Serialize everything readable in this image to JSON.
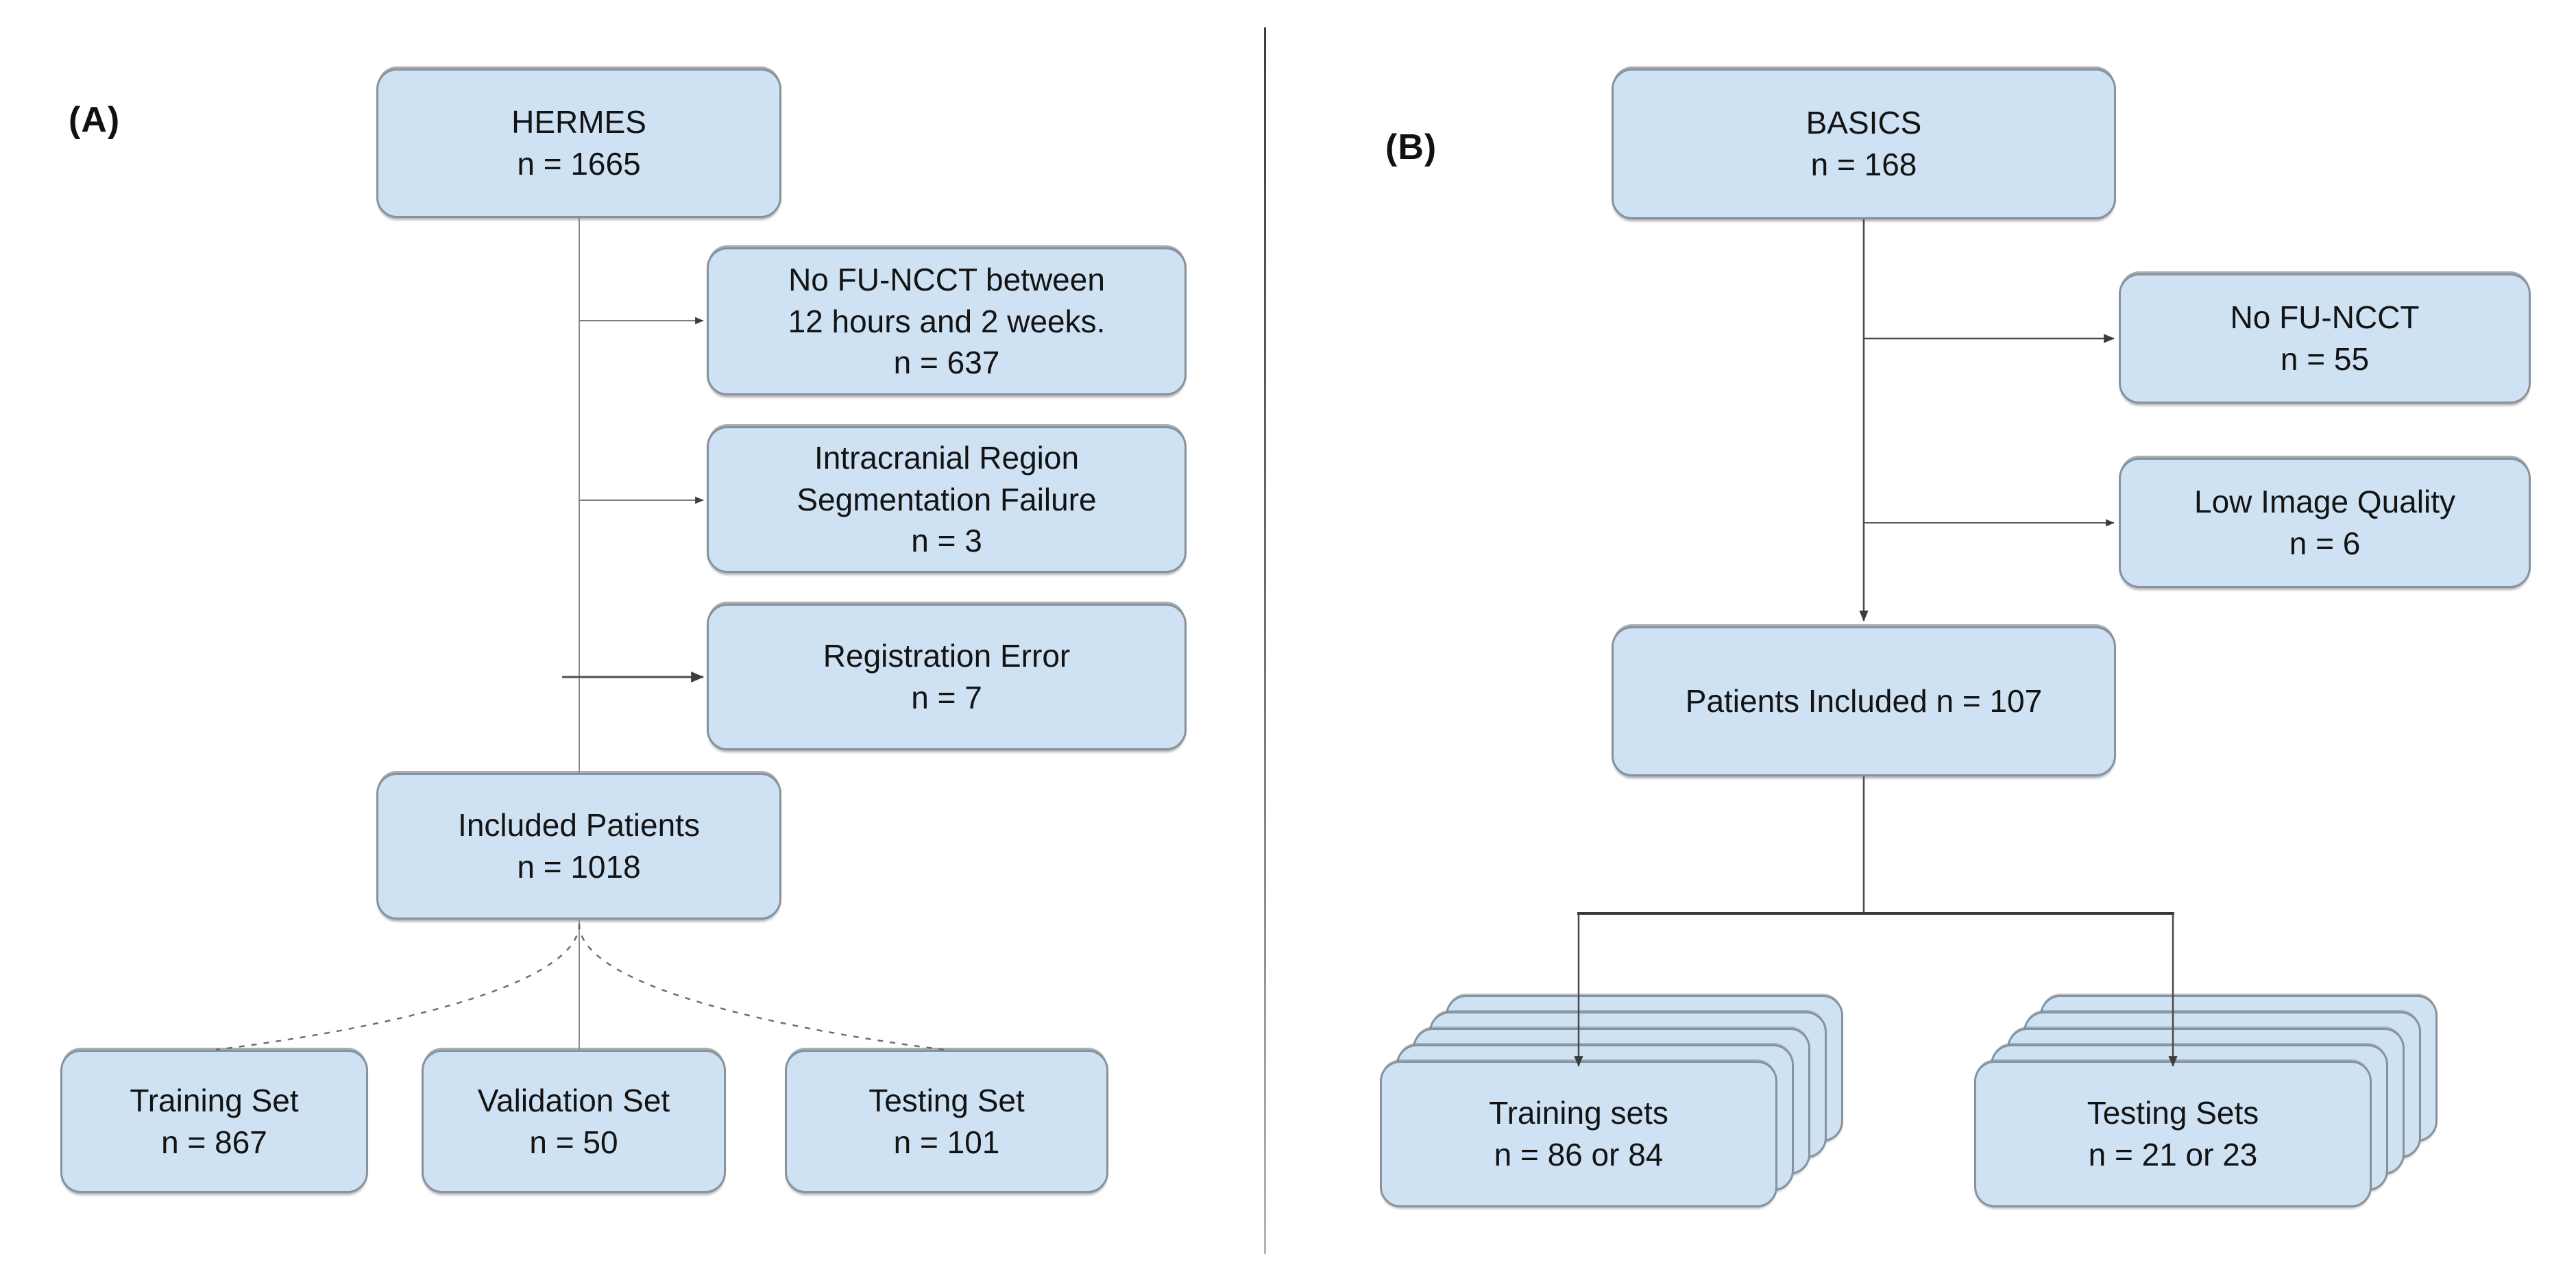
{
  "figure": {
    "type": "patient-flow-diagram",
    "panel_count": 2
  },
  "colors": {
    "box_fill": "#cfe2f3",
    "box_border": "#87929c",
    "connector": "#4a4a4a",
    "background": "#ffffff"
  },
  "panel_a": {
    "label": "(A)",
    "nodes": {
      "hermes": {
        "lines": [
          "HERMES",
          "n = 1665"
        ]
      },
      "no_funcct": {
        "lines": [
          "No FU-NCCT between",
          "12 hours and 2 weeks.",
          "n = 637"
        ]
      },
      "intracranial": {
        "lines": [
          "Intracranial Region",
          "Segmentation Failure",
          "n = 3"
        ]
      },
      "registration": {
        "lines": [
          "Registration Error",
          "n = 7"
        ]
      },
      "included": {
        "lines": [
          "Included Patients",
          "n = 1018"
        ]
      },
      "training": {
        "lines": [
          "Training Set",
          "n = 867"
        ]
      },
      "validation": {
        "lines": [
          "Validation Set",
          "n = 50"
        ]
      },
      "testing": {
        "lines": [
          "Testing Set",
          "n = 101"
        ]
      }
    }
  },
  "panel_b": {
    "label": "(B)",
    "nodes": {
      "basics": {
        "lines": [
          "BASICS",
          "n = 168"
        ]
      },
      "no_funcct": {
        "lines": [
          "No FU-NCCT",
          "n = 55"
        ]
      },
      "low_image_quality": {
        "lines": [
          "Low Image Quality",
          "n = 6"
        ]
      },
      "patients_included": {
        "lines": [
          "Patients Included n = 107"
        ]
      },
      "training_sets": {
        "lines": [
          "Training sets",
          "n = 86 or 84"
        ],
        "stack_layers": 5
      },
      "testing_sets": {
        "lines": [
          "Testing Sets",
          "n = 21 or 23"
        ],
        "stack_layers": 5
      }
    }
  }
}
